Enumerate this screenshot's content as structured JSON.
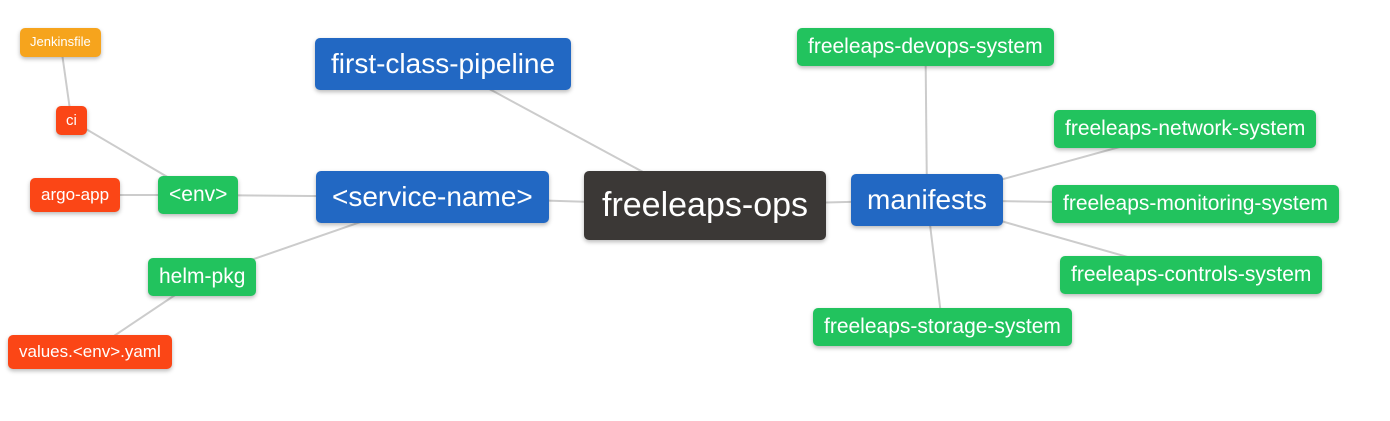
{
  "diagram": {
    "type": "mindmap",
    "root_label": "freeleaps-ops"
  },
  "palette": {
    "bg": "#ffffff",
    "text": "#ffffff",
    "root_color": "#3B3836",
    "branch_color": "#2268C3",
    "green_color": "#22C35E",
    "red_color": "#FB4616",
    "orange_color": "#F6A41D",
    "edge_color": "#CCCCCC"
  },
  "nodes": {
    "freeleaps_ops": {
      "label": "freeleaps-ops"
    },
    "first_class_pipeline": {
      "label": "first-class-pipeline"
    },
    "service_name": {
      "label": "<service-name>"
    },
    "manifests": {
      "label": "manifests"
    },
    "env": {
      "label": "<env>"
    },
    "helm_pkg": {
      "label": "helm-pkg"
    },
    "ci": {
      "label": "ci"
    },
    "argo_app": {
      "label": "argo-app"
    },
    "jenkinsfile": {
      "label": "Jenkinsfile"
    },
    "values_yaml": {
      "label": "values.<env>.yaml"
    },
    "devops_system": {
      "label": "freeleaps-devops-system"
    },
    "network_system": {
      "label": "freeleaps-network-system"
    },
    "monitoring_system": {
      "label": "freeleaps-monitoring-system"
    },
    "controls_system": {
      "label": "freeleaps-controls-system"
    },
    "storage_system": {
      "label": "freeleaps-storage-system"
    }
  },
  "edges": [
    [
      "jenkinsfile",
      "ci"
    ],
    [
      "ci",
      "env"
    ],
    [
      "argo_app",
      "env"
    ],
    [
      "env",
      "service_name"
    ],
    [
      "service_name",
      "helm_pkg"
    ],
    [
      "helm_pkg",
      "values_yaml"
    ],
    [
      "first_class_pipeline",
      "freeleaps_ops"
    ],
    [
      "service_name",
      "freeleaps_ops"
    ],
    [
      "freeleaps_ops",
      "manifests"
    ],
    [
      "manifests",
      "devops_system"
    ],
    [
      "manifests",
      "network_system"
    ],
    [
      "manifests",
      "monitoring_system"
    ],
    [
      "manifests",
      "controls_system"
    ],
    [
      "manifests",
      "storage_system"
    ]
  ]
}
